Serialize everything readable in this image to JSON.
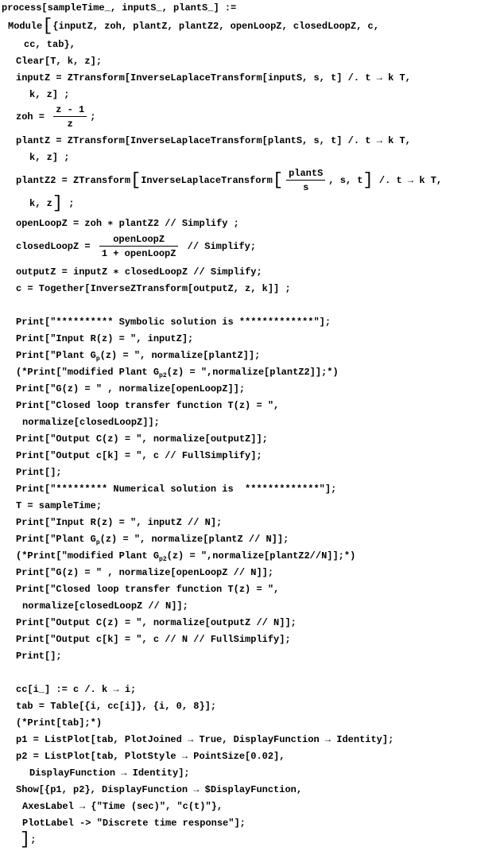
{
  "notebook": {
    "lines": [
      [
        {
          "t": "process[sampleTime_, inputS_, plantS_] :="
        }
      ],
      [
        {
          "t": "Module"
        },
        {
          "b": "["
        },
        {
          "t": "{inputZ, zoh, plantZ, plantZ2, openLoopZ, closedLoopZ, c,"
        }
      ],
      [
        {
          "t": "cc, tab},"
        }
      ],
      [
        {
          "t": "Clear[T, k, z];"
        }
      ],
      [
        {
          "t": "inputZ = ZTransform[InverseLaplaceTransform[inputS, s, t] /. t → k T,"
        }
      ],
      [
        {
          "t": "k, z] ;"
        }
      ],
      [
        {
          "t": "zoh = "
        },
        {
          "num": "z - 1",
          "den": "z"
        },
        {
          "t": ";"
        }
      ],
      [
        {
          "t": "plantZ = ZTransform[InverseLaplaceTransform[plantS, s, t] /. t → k T,"
        }
      ],
      [
        {
          "t": "k, z] ;"
        }
      ],
      [
        {
          "t": "plantZ2 = ZTransform"
        },
        {
          "b": "["
        },
        {
          "t": "InverseLaplaceTransform"
        },
        {
          "b": "["
        },
        {
          "num": "plantS",
          "den": "s"
        },
        {
          "t": ", s, t"
        },
        {
          "b": "]"
        },
        {
          "t": " /. t → k T,"
        }
      ],
      [
        {
          "t": "k, z"
        },
        {
          "b": "]"
        },
        {
          "t": " ;"
        }
      ],
      [
        {
          "t": "openLoopZ = zoh ∗ plantZ2 // Simplify ;"
        }
      ],
      [
        {
          "t": "closedLoopZ = "
        },
        {
          "num": "openLoopZ",
          "den": "1 + openLoopZ"
        },
        {
          "t": " // Simplify;"
        }
      ],
      [
        {
          "t": "outputZ = inputZ ∗ closedLoopZ // Simplify;"
        }
      ],
      [
        {
          "t": "c = Together[InverseZTransform[outputZ, z, k]] ;"
        }
      ],
      [
        {
          "t": "Print[\"********** Symbolic solution is *************\"];"
        }
      ],
      [
        {
          "t": "Print[\"Input R(z) = \", inputZ];"
        }
      ],
      [
        {
          "t": "Print[\"Plant G"
        },
        {
          "sub": "p"
        },
        {
          "t": "(z) = \", normalize[plantZ]];"
        }
      ],
      [
        {
          "t": "(*Print[\"modified Plant G"
        },
        {
          "sub": "p2"
        },
        {
          "t": "(z) = \",normalize[plantZ2]];*)"
        }
      ],
      [
        {
          "t": "Print[\"G(z) = \" , normalize[openLoopZ]];"
        }
      ],
      [
        {
          "t": "Print[\"Closed loop transfer function T(z) = \","
        }
      ],
      [
        {
          "t": "normalize[closedLoopZ]];"
        }
      ],
      [
        {
          "t": "Print[\"Output C(z) = \", normalize[outputZ]];"
        }
      ],
      [
        {
          "t": "Print[\"Output c[k] = \", c // FullSimplify];"
        }
      ],
      [
        {
          "t": "Print[];"
        }
      ],
      [
        {
          "t": "Print[\"********* Numerical solution is  *************\"];"
        }
      ],
      [
        {
          "t": "T = sampleTime;"
        }
      ],
      [
        {
          "t": "Print[\"Input R(z) = \", inputZ // N];"
        }
      ],
      [
        {
          "t": "Print[\"Plant G"
        },
        {
          "sub": "p"
        },
        {
          "t": "(z) = \", normalize[plantZ // N]];"
        }
      ],
      [
        {
          "t": "(*Print[\"modified Plant G"
        },
        {
          "sub": "p2"
        },
        {
          "t": "(z) = \",normalize[plantZ2//N]];*)"
        }
      ],
      [
        {
          "t": "Print[\"G(z) = \" , normalize[openLoopZ // N]];"
        }
      ],
      [
        {
          "t": "Print[\"Closed loop transfer function T(z) = \","
        }
      ],
      [
        {
          "t": "normalize[closedLoopZ // N]];"
        }
      ],
      [
        {
          "t": "Print[\"Output C(z) = \", normalize[outputZ // N]];"
        }
      ],
      [
        {
          "t": "Print[\"Output c[k] = \", c // N // FullSimplify];"
        }
      ],
      [
        {
          "t": "Print[];"
        }
      ],
      [
        {
          "t": "cc[i_] := c /. k → i;"
        }
      ],
      [
        {
          "t": "tab = Table[{i, cc[i]}, {i, 0, 8}];"
        }
      ],
      [
        {
          "t": "(*Print[tab];*)"
        }
      ],
      [
        {
          "t": "p1 = ListPlot[tab, PlotJoined → True, DisplayFunction → Identity];"
        }
      ],
      [
        {
          "t": "p2 = ListPlot[tab, PlotStyle → PointSize[0.02],"
        }
      ],
      [
        {
          "t": "DisplayFunction → Identity];"
        }
      ],
      [
        {
          "t": "Show[{p1, p2}, DisplayFunction → $DisplayFunction,"
        }
      ],
      [
        {
          "t": "AxesLabel → {\"Time (sec)\", \"c(t)\"},"
        }
      ],
      [
        {
          "t": "PlotLabel -> \"Discrete time response\"];"
        }
      ],
      [
        {
          "b": "]"
        },
        {
          "t": ";"
        }
      ]
    ]
  }
}
